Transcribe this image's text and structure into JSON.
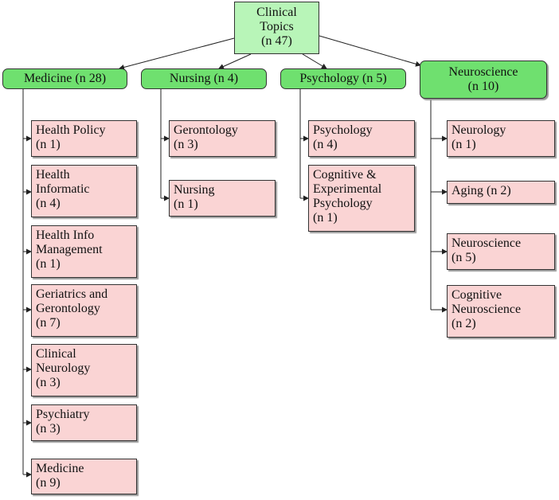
{
  "root": {
    "lines": [
      "Clinical",
      "Topics",
      "(n 47)"
    ]
  },
  "categories": [
    {
      "lines": [
        "Medicine (n 28)"
      ]
    },
    {
      "lines": [
        "Nursing (n 4)"
      ]
    },
    {
      "lines": [
        "Psychology (n 5)"
      ]
    },
    {
      "lines": [
        "Neuroscience",
        "(n 10)"
      ]
    }
  ],
  "leaves": [
    {
      "lines": [
        "Health Policy",
        "(n 1)"
      ]
    },
    {
      "lines": [
        "Health",
        "Informatic",
        "(n 4)"
      ]
    },
    {
      "lines": [
        "Health Info",
        "Management",
        "(n 1)"
      ]
    },
    {
      "lines": [
        "Geriatrics and",
        "Gerontology",
        "(n 7)"
      ]
    },
    {
      "lines": [
        "Clinical",
        "Neurology",
        "(n 3)"
      ]
    },
    {
      "lines": [
        "Psychiatry",
        "(n 3)"
      ]
    },
    {
      "lines": [
        "Medicine",
        "(n 9)"
      ]
    },
    {
      "lines": [
        "Gerontology",
        "(n 3)"
      ]
    },
    {
      "lines": [
        "Nursing",
        "(n 1)"
      ]
    },
    {
      "lines": [
        "Psychology",
        "(n 4)"
      ]
    },
    {
      "lines": [
        "Cognitive &",
        "Experimental",
        "Psychology",
        "(n 1)"
      ]
    },
    {
      "lines": [
        "Neurology",
        "(n 1)"
      ]
    },
    {
      "lines": [
        "Aging (n 2)"
      ]
    },
    {
      "lines": [
        "Neuroscience",
        "(n 5)"
      ]
    },
    {
      "lines": [
        "Cognitive",
        "Neuroscience",
        "(n 2)"
      ]
    }
  ]
}
